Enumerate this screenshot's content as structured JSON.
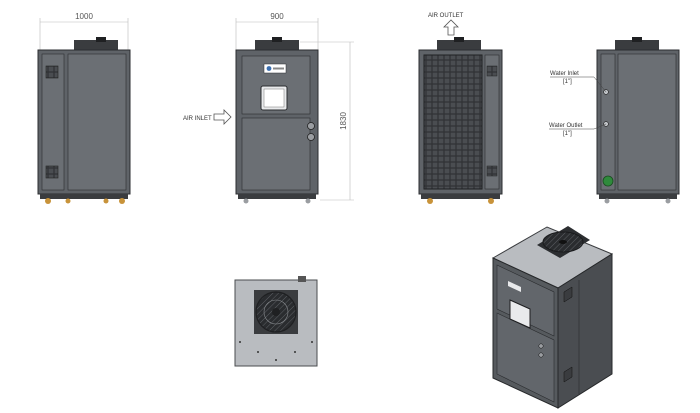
{
  "dimensions": {
    "width_left": "1000",
    "width_front": "900",
    "height": "1830"
  },
  "labels": {
    "air_inlet": "AIR INLET",
    "air_outlet": "AIR OUTLET",
    "water_inlet": "Water Inlet",
    "water_inlet_size": "[1\"]",
    "water_outlet": "Water Outlet",
    "water_outlet_size": "[1\"]"
  },
  "colors": {
    "body": "#5f6368",
    "panel": "#6b6f74",
    "outline": "#2b2d30",
    "dim_line": "#bbbbbb",
    "top_plate": "#b9bcc0",
    "caster": "#c8933a"
  }
}
